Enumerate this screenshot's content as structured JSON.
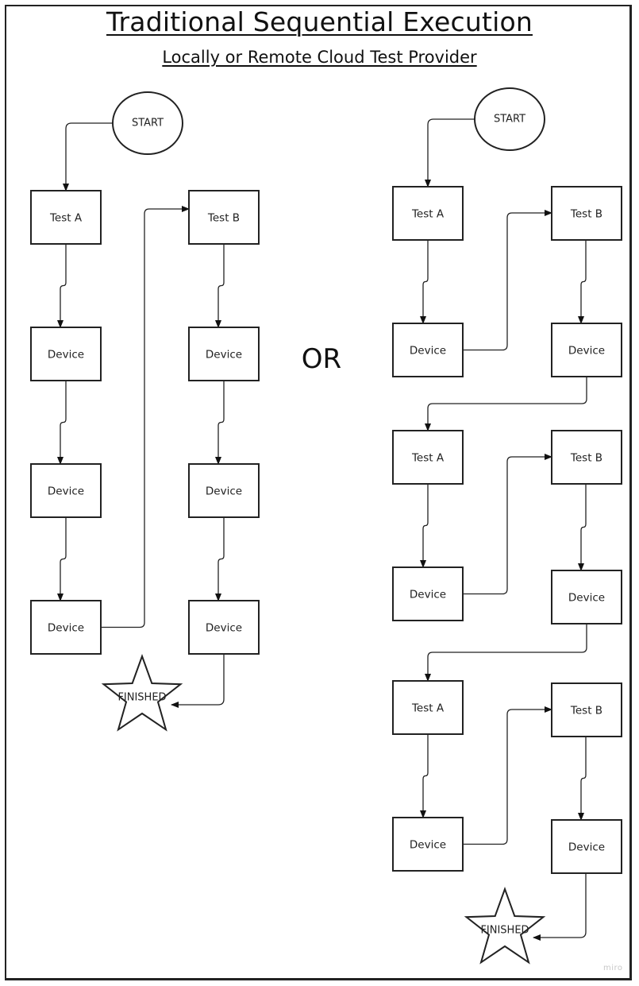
{
  "header": {
    "title": "Traditional Sequential Execution",
    "subtitle": "Locally or Remote Cloud Test Provider"
  },
  "separator_label": "OR",
  "watermark": "miro",
  "colors": {
    "stroke": "#222222",
    "background": "#ffffff",
    "watermark": "#c8c8c8"
  },
  "flows": [
    {
      "name": "left-flow",
      "start_label": "START",
      "end_label": "FINISHED",
      "columns": [
        {
          "test_label": "Test A",
          "devices": [
            "Device",
            "Device",
            "Device"
          ]
        },
        {
          "test_label": "Test B",
          "devices": [
            "Device",
            "Device",
            "Device"
          ]
        }
      ]
    },
    {
      "name": "right-flow",
      "start_label": "START",
      "end_label": "FINISHED",
      "rows": [
        {
          "test_a": "Test A",
          "device_a": "Device",
          "test_b": "Test B",
          "device_b": "Device"
        },
        {
          "test_a": "Test A",
          "device_a": "Device",
          "test_b": "Test B",
          "device_b": "Device"
        },
        {
          "test_a": "Test A",
          "device_a": "Device",
          "test_b": "Test B",
          "device_b": "Device"
        }
      ]
    }
  ]
}
